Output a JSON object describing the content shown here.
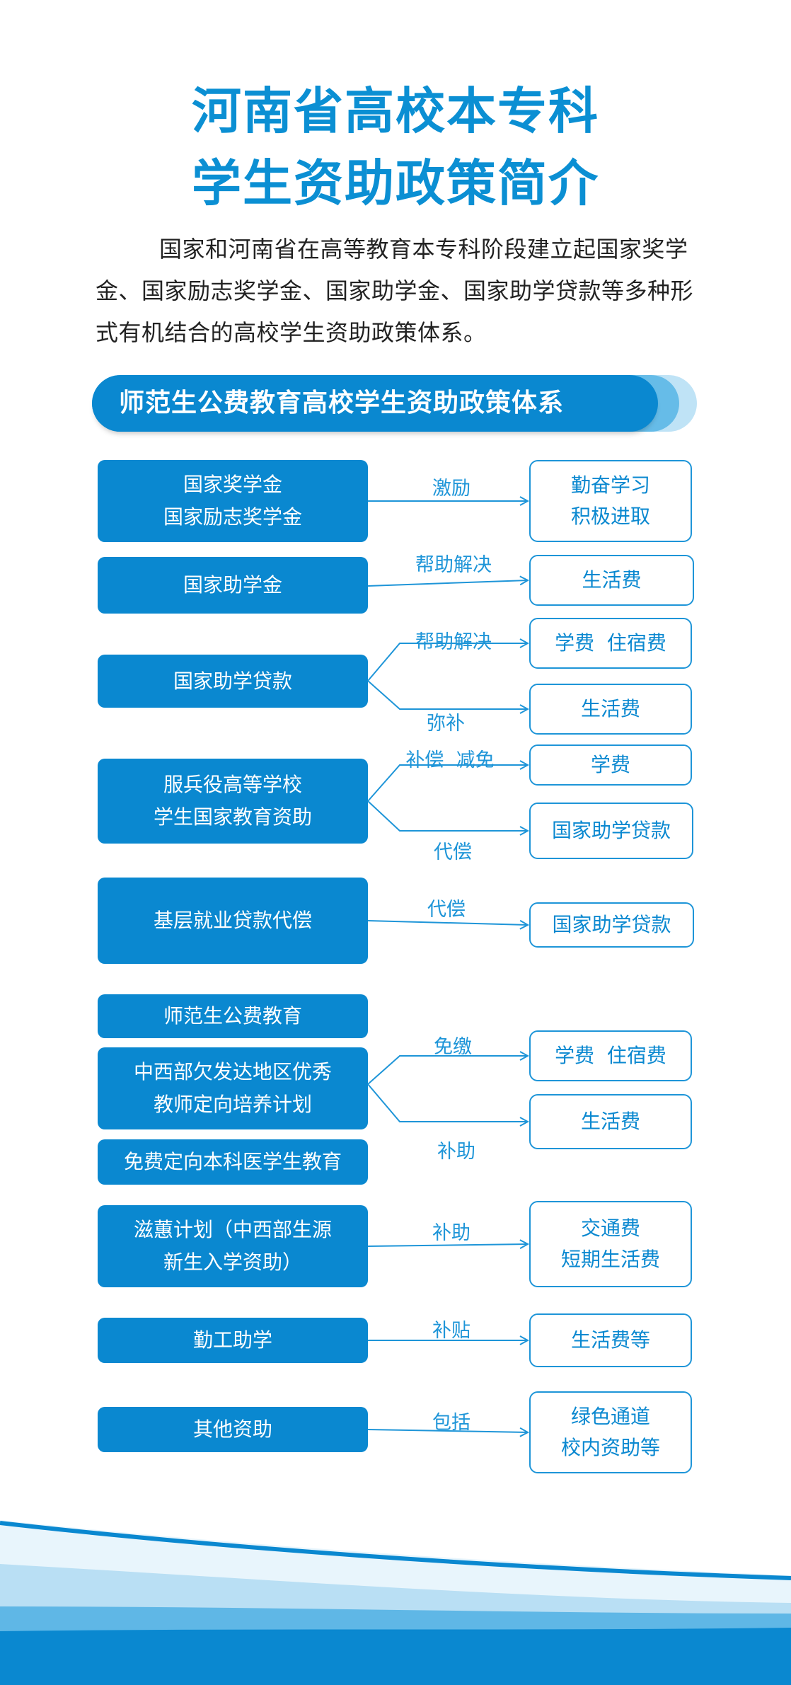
{
  "title": {
    "line1": "河南省高校本专科",
    "line2": "学生资助政策简介"
  },
  "intro": "国家和河南省在高等教育本专科阶段建立起国家奖学金、国家励志奖学金、国家助学金、国家助学贷款等多种形式有机结合的高校学生资助政策体系。",
  "section_title": "师范生公费教育高校学生资助政策体系",
  "rows": [
    {
      "left": [
        "国家奖学金",
        "国家励志奖学金"
      ],
      "arrows": [
        {
          "label": "激励",
          "right": [
            "勤奋学习",
            "积极进取"
          ]
        }
      ]
    },
    {
      "left": [
        "国家助学金"
      ],
      "arrows": [
        {
          "label": "帮助解决",
          "right": [
            "生活费"
          ]
        }
      ]
    },
    {
      "left": [
        "国家助学贷款"
      ],
      "arrows": [
        {
          "label": "帮助解决",
          "right": [
            "学费  住宿费"
          ]
        },
        {
          "label": "弥补",
          "right": [
            "生活费"
          ]
        }
      ]
    },
    {
      "left": [
        "服兵役高等学校",
        "学生国家教育资助"
      ],
      "arrows": [
        {
          "label": "补偿  减免",
          "right": [
            "学费"
          ]
        },
        {
          "label": "代偿",
          "right": [
            "国家助学贷款"
          ]
        }
      ]
    },
    {
      "left": [
        "基层就业贷款代偿"
      ],
      "arrows": [
        {
          "label": "代偿",
          "right": [
            "国家助学贷款"
          ]
        }
      ]
    },
    {
      "left_group": [
        [
          "师范生公费教育"
        ],
        [
          "中西部欠发达地区优秀",
          "教师定向培养计划"
        ],
        [
          "免费定向本科医学生教育"
        ]
      ],
      "arrows": [
        {
          "label": "免缴",
          "right": [
            "学费  住宿费"
          ]
        },
        {
          "label": "补助",
          "right": [
            "生活费"
          ]
        }
      ]
    },
    {
      "left": [
        "滋蕙计划（中西部生源",
        "新生入学资助）"
      ],
      "arrows": [
        {
          "label": "补助",
          "right": [
            "交通费",
            "短期生活费"
          ]
        }
      ]
    },
    {
      "left": [
        "勤工助学"
      ],
      "arrows": [
        {
          "label": "补贴",
          "right": [
            "生活费等"
          ]
        }
      ]
    },
    {
      "left": [
        "其他资助"
      ],
      "arrows": [
        {
          "label": "包括",
          "right": [
            "绿色通道",
            "校内资助等"
          ]
        }
      ]
    }
  ],
  "colors": {
    "title": "#0b8fd3",
    "box_fill": "#0a88d0",
    "outline": "#1e95d8",
    "wave_light": "#b9dff4",
    "wave_dark": "#0a88d0"
  }
}
